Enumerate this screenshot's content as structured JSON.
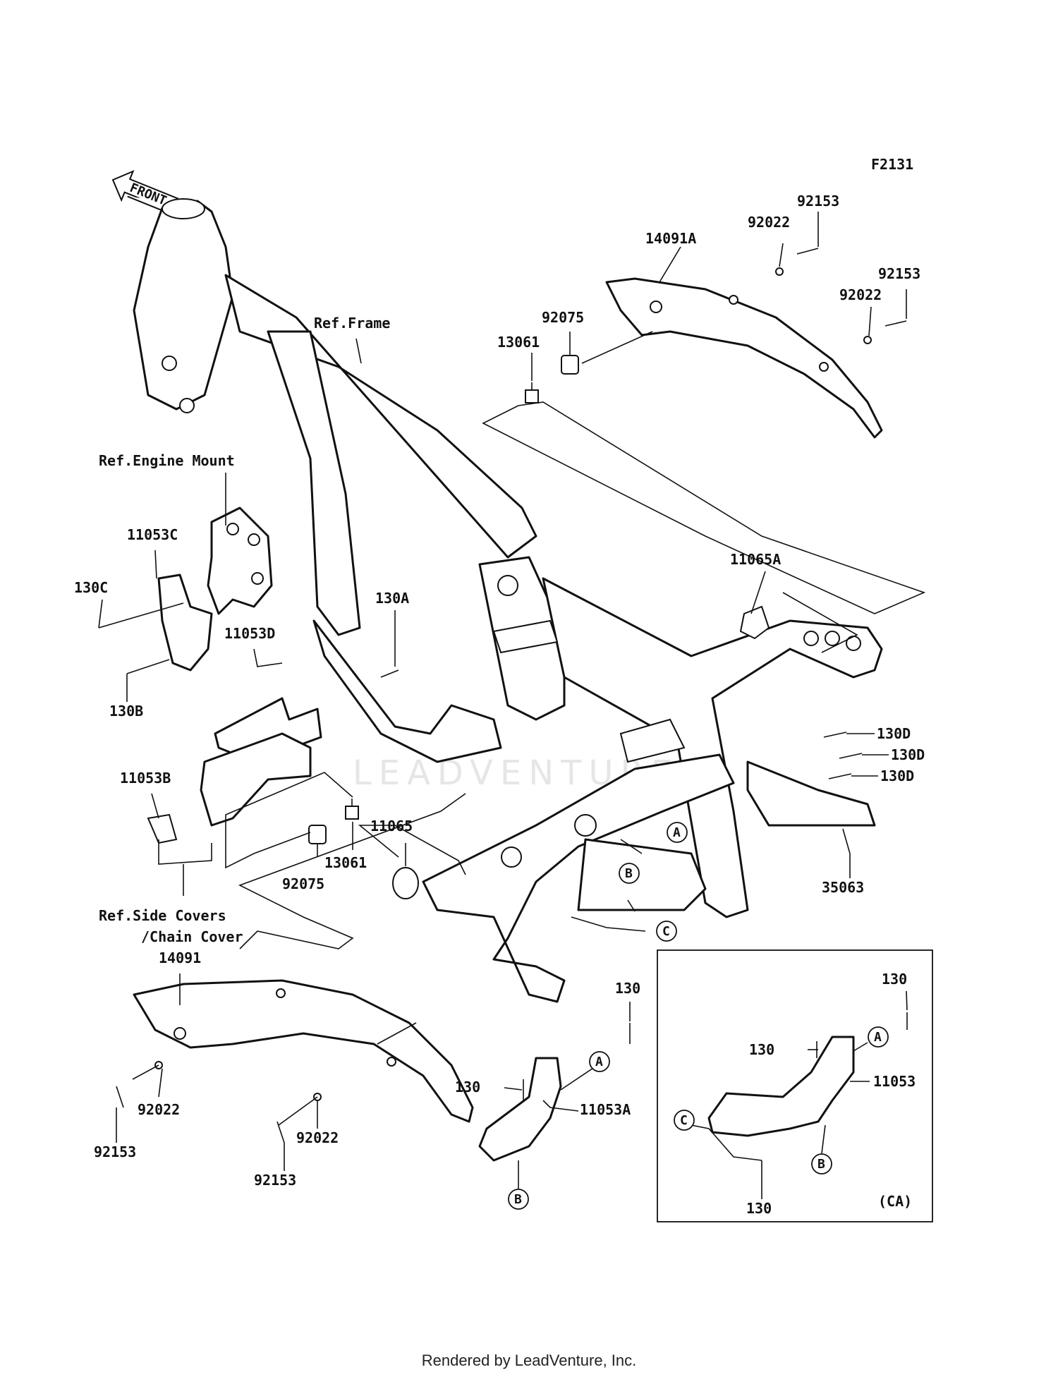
{
  "diagram_code": "F2131",
  "front_label": "FRONT",
  "watermark": "LEADVENTURE",
  "footer": "Rendered by LeadVenture, Inc.",
  "labels": {
    "ref_frame": "Ref.Frame",
    "ref_engine_mount": "Ref.Engine Mount",
    "ref_side_covers": "Ref.Side Covers",
    "chain_cover": "/Chain Cover",
    "p14091A": "14091A",
    "p92153_a": "92153",
    "p92022_a": "92022",
    "p92153_b": "92153",
    "p92022_b": "92022",
    "p92075_a": "92075",
    "p13061_a": "13061",
    "p11065A": "11065A",
    "p11053C": "11053C",
    "p130C": "130C",
    "p130A": "130A",
    "p11053D": "11053D",
    "p130B": "130B",
    "p130D_a": "130D",
    "p130D_b": "130D",
    "p130D_c": "130D",
    "p11053B": "11053B",
    "p11065": "11065",
    "p13061_b": "13061",
    "p92075_b": "92075",
    "p35063": "35063",
    "p14091": "14091",
    "p130_a": "130",
    "p130_b": "130",
    "p11053A": "11053A",
    "p92153_c": "92153",
    "p92022_c": "92022",
    "p92153_d": "92153",
    "p92022_d": "92022",
    "p130_c": "130",
    "p130_d": "130",
    "p11053": "11053",
    "p130_e": "130",
    "ca": "(CA)"
  },
  "markers": {
    "a1": "A",
    "b1": "B",
    "c1": "C",
    "a2": "A",
    "b2": "B",
    "a3": "A",
    "b3": "B",
    "c3": "C"
  }
}
